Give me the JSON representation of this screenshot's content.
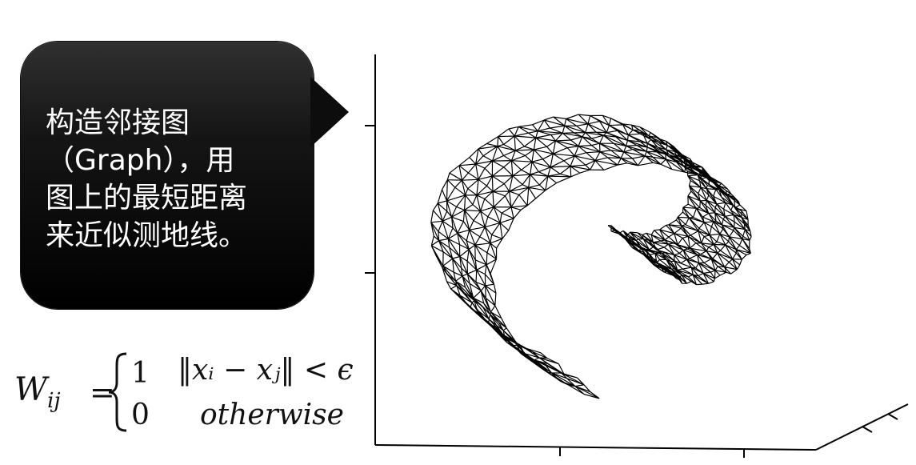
{
  "callout": {
    "lines": [
      "构造邻接图",
      "（Graph），用",
      "图上的最短距离",
      "来近似测地线。"
    ]
  },
  "formula": {
    "lhs": "W",
    "lhs_sub": "ij",
    "equals": "=",
    "case1_value": "1",
    "case1_condition": "‖xᵢ − xⱼ‖ < ϵ",
    "case2_value": "0",
    "case2_condition": "otherwise"
  },
  "plot": {
    "type": "3d-mesh",
    "shape": "swiss-roll",
    "mesh_color": "#000000"
  }
}
